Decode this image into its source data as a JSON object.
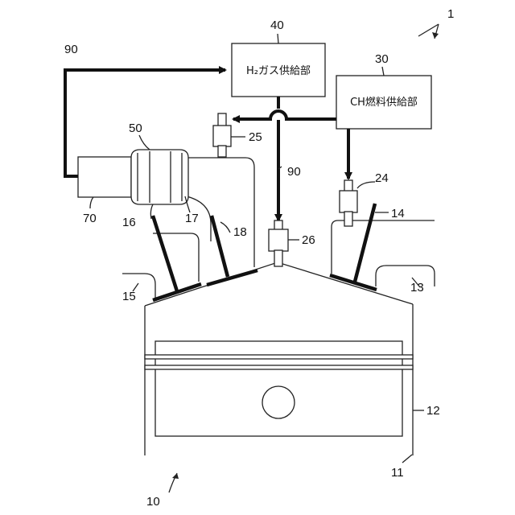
{
  "labels": {
    "system": "1",
    "engine": "10",
    "cylinder": "11",
    "piston": "12",
    "intake_port": "13",
    "intake_valve": "14",
    "exhaust_port": "15",
    "exhaust_valve_a": "16",
    "exhaust_pipe": "17",
    "exhaust_valve_b": "18",
    "ch_injector": "24",
    "h2_injector": "25",
    "spark_plug": "26",
    "ch_supply_unit": "30",
    "h2_supply_unit": "40",
    "catalyst": "50",
    "reformer": "70",
    "h2_line_left": "90",
    "h2_line_center": "90"
  },
  "boxes": {
    "h2_supply_text": "H₂ガス供給部",
    "ch_supply_text": "CH燃料供給部"
  },
  "colors": {
    "line": "#111111",
    "background": "#ffffff"
  }
}
